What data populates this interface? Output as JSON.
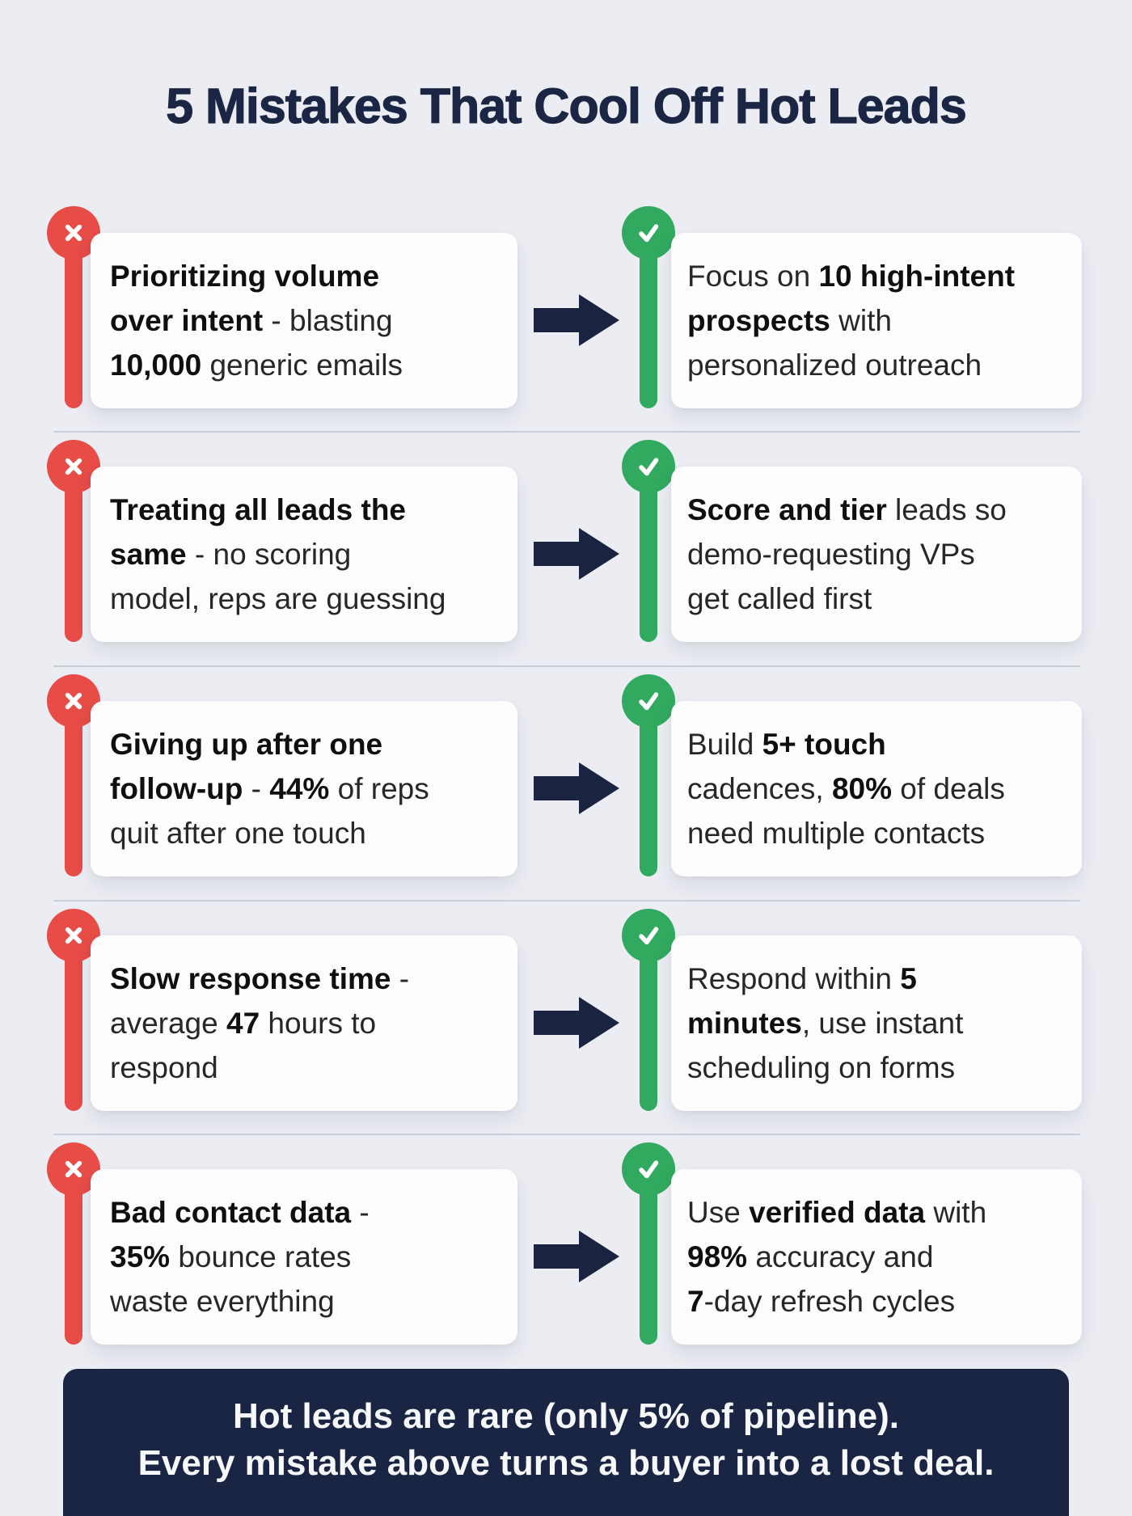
{
  "title": "5 Mistakes That Cool Off Hot Leads",
  "colors": {
    "bg": "#ecedf3",
    "card": "#fdfdfe",
    "red": "#e74c47",
    "green": "#31a95f",
    "navy": "#1a2440",
    "title": "#1b2644",
    "divider": "#c9ced9",
    "text": "#272727",
    "text_bold": "#0f0f0f",
    "banner_bg": "#1a2543",
    "banner_text": "#f7f8fa"
  },
  "icons": {
    "mistake": "x-icon",
    "solution": "check-icon",
    "connector": "arrow-right-icon"
  },
  "rows": [
    {
      "mistake": {
        "lines": [
          [
            {
              "t": "Prioritizing volume",
              "b": true
            }
          ],
          [
            {
              "t": "over intent",
              "b": true
            },
            {
              "t": " - blasting",
              "b": false
            }
          ],
          [
            {
              "t": "10,000",
              "b": true
            },
            {
              "t": " generic emails",
              "b": false
            }
          ]
        ]
      },
      "solution": {
        "lines": [
          [
            {
              "t": "Focus on ",
              "b": false
            },
            {
              "t": "10 high-intent",
              "b": true
            }
          ],
          [
            {
              "t": "prospects",
              "b": true
            },
            {
              "t": " with",
              "b": false
            }
          ],
          [
            {
              "t": "personalized outreach",
              "b": false
            }
          ]
        ]
      }
    },
    {
      "mistake": {
        "lines": [
          [
            {
              "t": "Treating all leads the",
              "b": true
            }
          ],
          [
            {
              "t": "same",
              "b": true
            },
            {
              "t": " - no scoring",
              "b": false
            }
          ],
          [
            {
              "t": "model, reps are guessing",
              "b": false
            }
          ]
        ]
      },
      "solution": {
        "lines": [
          [
            {
              "t": "Score and tier",
              "b": true
            },
            {
              "t": " leads so",
              "b": false
            }
          ],
          [
            {
              "t": "demo-requesting VPs",
              "b": false
            }
          ],
          [
            {
              "t": "get called first",
              "b": false
            }
          ]
        ]
      }
    },
    {
      "mistake": {
        "lines": [
          [
            {
              "t": "Giving up after one",
              "b": true
            }
          ],
          [
            {
              "t": "follow-up",
              "b": true
            },
            {
              "t": " - ",
              "b": false
            },
            {
              "t": "44%",
              "b": true
            },
            {
              "t": " of reps",
              "b": false
            }
          ],
          [
            {
              "t": "quit after one touch",
              "b": false
            }
          ]
        ]
      },
      "solution": {
        "lines": [
          [
            {
              "t": "Build ",
              "b": false
            },
            {
              "t": "5+ touch",
              "b": true
            }
          ],
          [
            {
              "t": "cadences, ",
              "b": false
            },
            {
              "t": "80%",
              "b": true
            },
            {
              "t": " of deals",
              "b": false
            }
          ],
          [
            {
              "t": "need multiple contacts",
              "b": false
            }
          ]
        ]
      }
    },
    {
      "mistake": {
        "lines": [
          [
            {
              "t": "Slow response time",
              "b": true
            },
            {
              "t": " -",
              "b": false
            }
          ],
          [
            {
              "t": "average ",
              "b": false
            },
            {
              "t": "47",
              "b": true
            },
            {
              "t": " hours to",
              "b": false
            }
          ],
          [
            {
              "t": "respond",
              "b": false
            }
          ]
        ]
      },
      "solution": {
        "lines": [
          [
            {
              "t": "Respond within ",
              "b": false
            },
            {
              "t": "5",
              "b": true
            }
          ],
          [
            {
              "t": "minutes",
              "b": true
            },
            {
              "t": ", use instant",
              "b": false
            }
          ],
          [
            {
              "t": "scheduling on forms",
              "b": false
            }
          ]
        ]
      }
    },
    {
      "mistake": {
        "lines": [
          [
            {
              "t": "Bad contact data",
              "b": true
            },
            {
              "t": " -",
              "b": false
            }
          ],
          [
            {
              "t": "35%",
              "b": true
            },
            {
              "t": " bounce rates",
              "b": false
            }
          ],
          [
            {
              "t": "waste everything",
              "b": false
            }
          ]
        ]
      },
      "solution": {
        "lines": [
          [
            {
              "t": "Use ",
              "b": false
            },
            {
              "t": "verified data",
              "b": true
            },
            {
              "t": " with",
              "b": false
            }
          ],
          [
            {
              "t": "98%",
              "b": true
            },
            {
              "t": " accuracy and",
              "b": false
            }
          ],
          [
            {
              "t": "7",
              "b": true
            },
            {
              "t": "-day refresh cycles",
              "b": false
            }
          ]
        ]
      }
    }
  ],
  "banner": {
    "lines": [
      "Hot leads are rare (only 5% of pipeline).",
      "Every mistake above turns a buyer into a lost deal."
    ]
  }
}
